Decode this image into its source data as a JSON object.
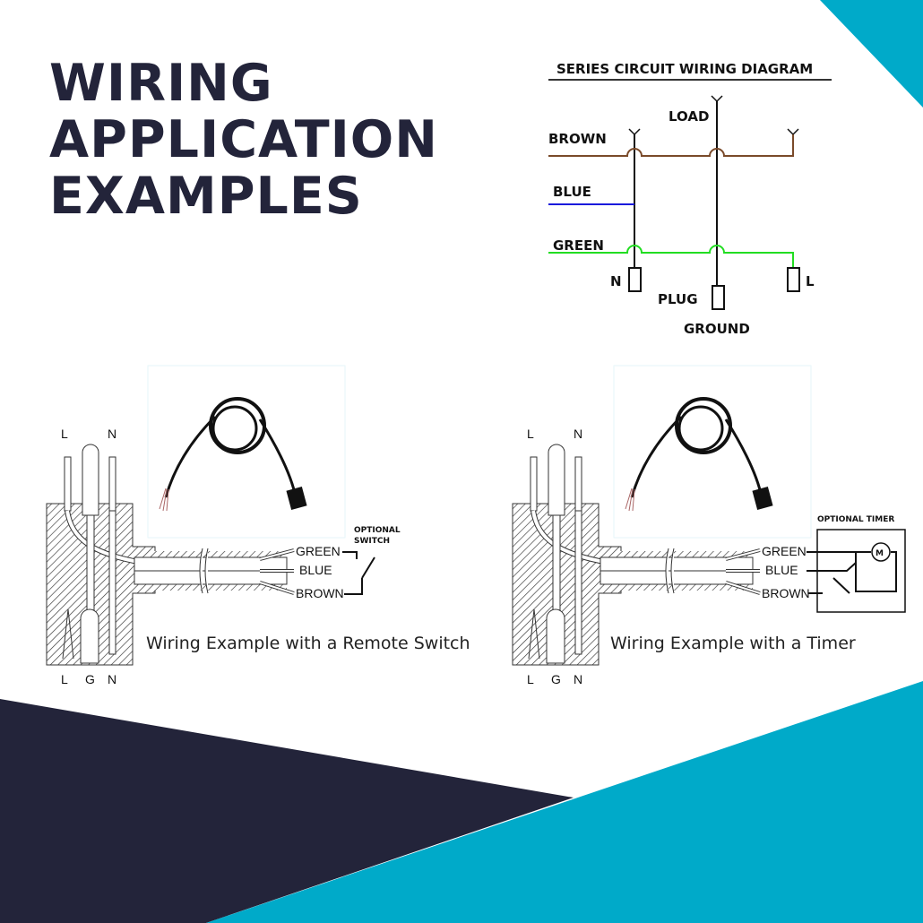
{
  "title": {
    "lines": [
      "WIRING",
      "APPLICATION",
      "EXAMPLES"
    ]
  },
  "colors": {
    "navy": "#23243a",
    "teal": "#00aac9",
    "brown_wire": "#7a4a2a",
    "blue_wire": "#1a1adc",
    "green_wire": "#22dd22"
  },
  "series_diagram": {
    "title": "SERIES CIRCUIT WIRING DIAGRAM",
    "labels": {
      "load": "LOAD",
      "brown": "BROWN",
      "blue": "BLUE",
      "green": "GREEN",
      "n": "N",
      "l": "L",
      "plug": "PLUG",
      "ground": "GROUND"
    }
  },
  "examples": [
    {
      "caption": "Wiring Example with a Remote Switch",
      "top_labels": [
        "L",
        "N"
      ],
      "bottom_labels": [
        "L",
        "G",
        "N"
      ],
      "wires": [
        "GREEN",
        "BLUE",
        "BROWN"
      ],
      "optional_label_1": "OPTIONAL",
      "optional_label_2": "SWITCH"
    },
    {
      "caption": "Wiring Example with a Timer",
      "top_labels": [
        "L",
        "N"
      ],
      "bottom_labels": [
        "L",
        "G",
        "N"
      ],
      "wires": [
        "GREEN",
        "BLUE",
        "BROWN"
      ],
      "optional_label_1": "OPTIONAL TIMER",
      "motor_symbol": "M"
    }
  ]
}
